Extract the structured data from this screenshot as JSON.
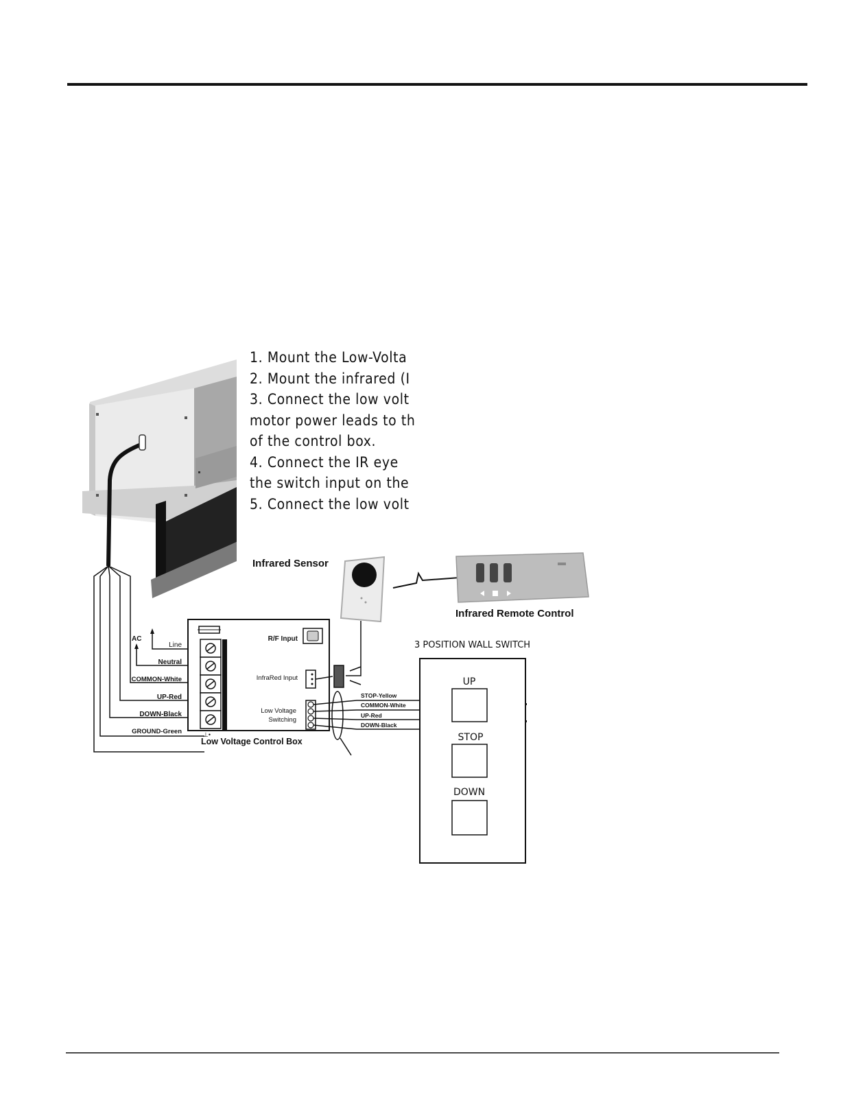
{
  "instructions": [
    "1. Mount the Low-Volta",
    "2. Mount the infrared (I",
    "3. Connect the low volt",
    "motor power leads to th",
    "of the control box.",
    "4. Connect the IR eye",
    "the switch input on the",
    "5. Connect the low volt"
  ],
  "labels": {
    "infrared_sensor": "Infrared Sensor",
    "infrared_remote": "Infrared Remote Control",
    "control_box": "Low Voltage Control Box",
    "rf_input": "R/F Input",
    "infrared_input": "InfraRed Input",
    "low_voltage_switching": [
      "Low Voltage",
      "Switching"
    ],
    "ac": "AC"
  },
  "terminals": [
    "Line",
    "Neutral",
    "COMMON-White",
    "UP-Red",
    "DOWN-Black",
    "GROUND-Green"
  ],
  "switch_wires": [
    "STOP-Yellow",
    "COMMON-White",
    "UP-Red",
    "DOWN-Black"
  ],
  "wall_switch": {
    "title": "3 POSITION WALL SWITCH",
    "buttons": [
      "UP",
      "STOP",
      "DOWN"
    ]
  },
  "colors": {
    "line": "#111111",
    "housing_light": "#e8e8e8",
    "housing_dark": "#9a9a9a"
  }
}
